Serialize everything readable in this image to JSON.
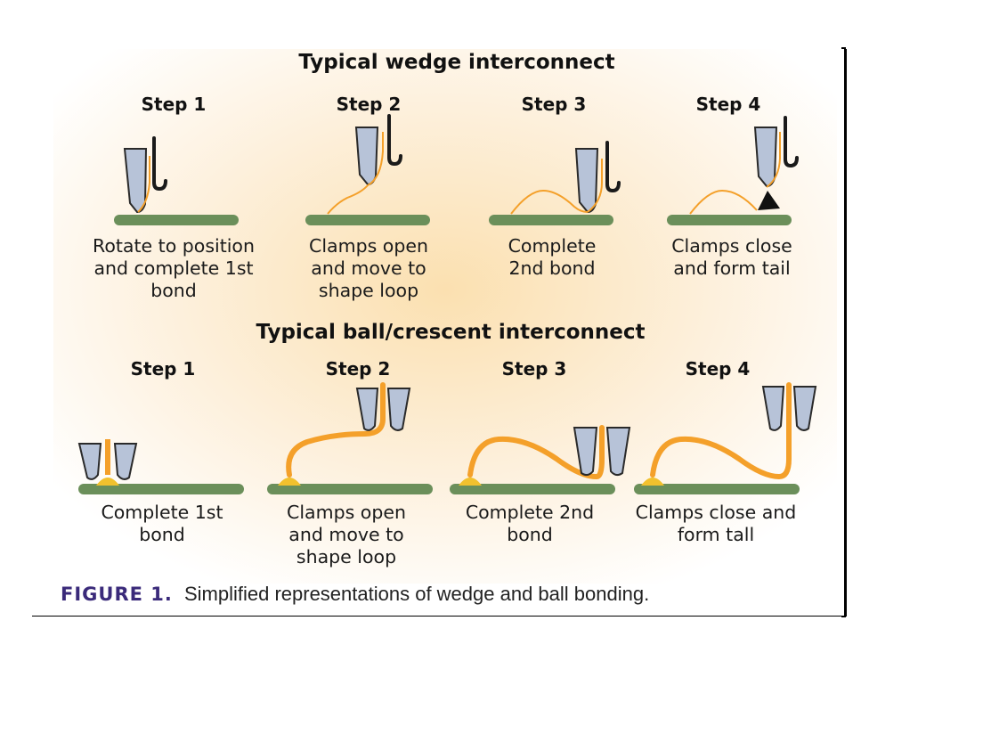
{
  "wedge": {
    "title": "Typical wedge interconnect",
    "steps": [
      {
        "label": "Step 1",
        "caption": [
          "Rotate to position",
          "and complete 1st",
          "bond"
        ]
      },
      {
        "label": "Step 2",
        "caption": [
          "Clamps open",
          "and move to",
          "shape loop"
        ]
      },
      {
        "label": "Step 3",
        "caption": [
          "Complete",
          "2nd bond"
        ]
      },
      {
        "label": "Step 4",
        "caption": [
          "Clamps close",
          "and form tail"
        ]
      }
    ]
  },
  "ball": {
    "title": "Typical ball/crescent interconnect",
    "steps": [
      {
        "label": "Step 1",
        "caption": [
          "Complete 1st",
          "bond"
        ]
      },
      {
        "label": "Step 2",
        "caption": [
          "Clamps open",
          "and move to",
          "shape loop"
        ]
      },
      {
        "label": "Step 3",
        "caption": [
          "Complete 2nd",
          "bond"
        ]
      },
      {
        "label": "Step 4",
        "caption": [
          "Clamps close and",
          "form tall"
        ]
      }
    ]
  },
  "figure_caption": {
    "label": "FIGURE 1.",
    "text": "Simplified representations of wedge and ball bonding."
  },
  "colors": {
    "substrate": "#6b8f5a",
    "wire": "#f4a02a",
    "tool_fill": "#b7c3d8",
    "tool_outline": "#2a2a2a",
    "bond_pad": "#f2c12e",
    "background_glow": "#fbe4bd"
  }
}
